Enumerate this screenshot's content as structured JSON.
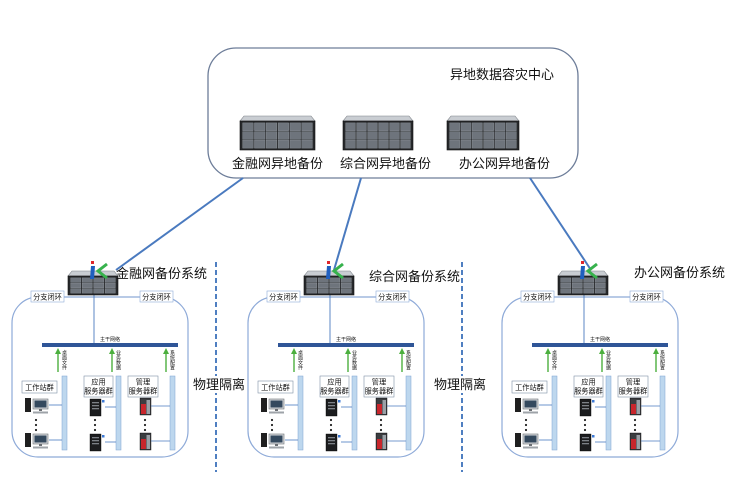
{
  "colors": {
    "link_line": "#4a7abf",
    "backbone": "#2f5597",
    "stream_arrow": "#4caf3e",
    "frame": "#8eaad8",
    "channel": "#bdd7ee"
  },
  "center": {
    "title": "异地数据容灾中心",
    "servers": [
      {
        "label": "金融网异地备份",
        "icon": "rack-server-icon"
      },
      {
        "label": "综合网异地备份",
        "icon": "rack-server-icon"
      },
      {
        "label": "办公网异地备份",
        "icon": "rack-server-icon"
      }
    ]
  },
  "systems": [
    {
      "title": "金融网备份系统",
      "loop_left": "分支闭环",
      "loop_right": "分支闭环",
      "backbone": "主干网络",
      "streams": [
        "桌面文件",
        "业务数据",
        "系统配置"
      ],
      "groups": [
        {
          "label_lines": [
            "工作站群"
          ],
          "icon": "workstation-icon"
        },
        {
          "label_lines": [
            "应用",
            "服务器群"
          ],
          "icon": "app-server-icon"
        },
        {
          "label_lines": [
            "管理",
            "服务器群"
          ],
          "icon": "management-server-icon"
        }
      ]
    },
    {
      "title": "综合网备份系统",
      "loop_left": "分支闭环",
      "loop_right": "分支闭环",
      "backbone": "主干网络",
      "streams": [
        "桌面文件",
        "业务数据",
        "系统配置"
      ],
      "groups": [
        {
          "label_lines": [
            "工作站群"
          ],
          "icon": "workstation-icon"
        },
        {
          "label_lines": [
            "应用",
            "服务器群"
          ],
          "icon": "app-server-icon"
        },
        {
          "label_lines": [
            "管理",
            "服务器群"
          ],
          "icon": "management-server-icon"
        }
      ]
    },
    {
      "title": "办公网备份系统",
      "loop_left": "分支闭环",
      "loop_right": "分支闭环",
      "backbone": "主干网络",
      "streams": [
        "桌面文件",
        "业务数据",
        "系统配置"
      ],
      "groups": [
        {
          "label_lines": [
            "工作站群"
          ],
          "icon": "workstation-icon"
        },
        {
          "label_lines": [
            "应用",
            "服务器群"
          ],
          "icon": "app-server-icon"
        },
        {
          "label_lines": [
            "管理",
            "服务器群"
          ],
          "icon": "management-server-icon"
        }
      ]
    }
  ],
  "isolation": [
    "物理隔离",
    "物理隔离"
  ]
}
